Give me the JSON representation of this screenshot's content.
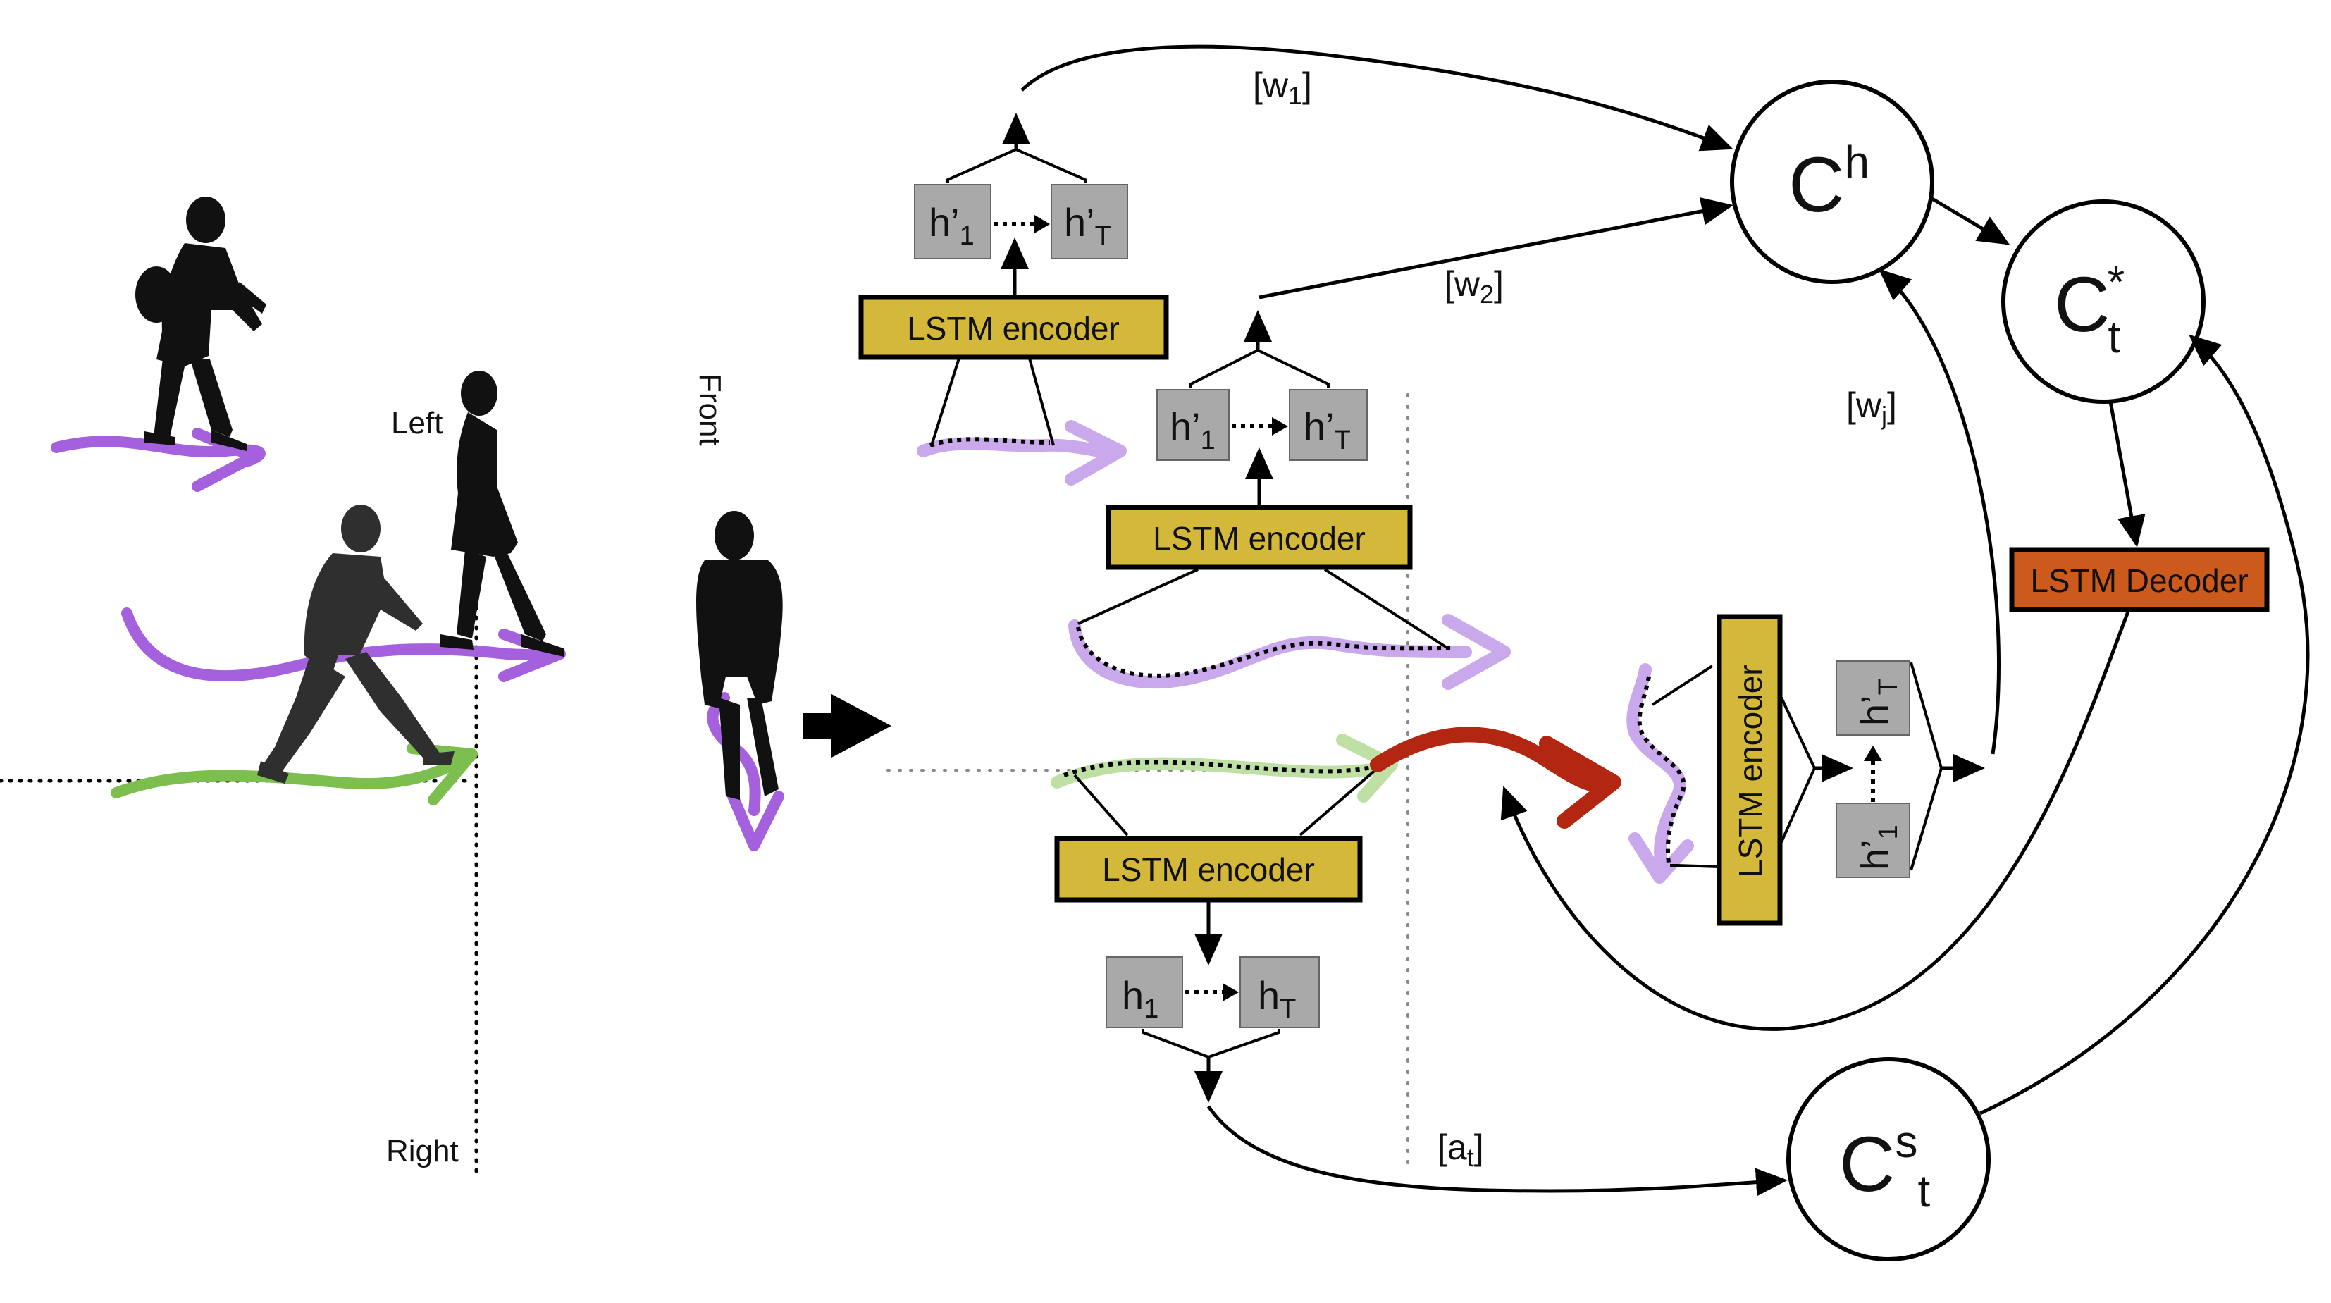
{
  "direction_labels": {
    "left": "Left",
    "right": "Right",
    "front": "Front"
  },
  "encoders": {
    "top": "LSTM encoder",
    "middle": "LSTM encoder",
    "bottom": "LSTM encoder",
    "vertical": "LSTM encoder"
  },
  "decoder": "LSTM Decoder",
  "hidden": {
    "top_first_main": "h’",
    "top_first_sub": "1",
    "top_last_main": "h’",
    "top_last_sub": "T",
    "mid_first_main": "h’",
    "mid_first_sub": "1",
    "mid_last_main": "h’",
    "mid_last_sub": "T",
    "bottom_first_main": "h",
    "bottom_first_sub": "1",
    "bottom_last_main": "h",
    "bottom_last_sub": "T",
    "vert_first_main": "h’",
    "vert_first_sub": "1",
    "vert_last_main": "h’",
    "vert_last_sub": "T"
  },
  "nodes": {
    "ch_main": "C",
    "ch_sup": "h",
    "cstar_main": "C",
    "cstar_sup": "*",
    "cstar_sub": "t",
    "cs_main": "C",
    "cs_sup": "s",
    "cs_sub": "t"
  },
  "weights": {
    "w1_pre": "[w",
    "w1_sub": "1",
    "w1_post": "]",
    "w2_pre": "[w",
    "w2_sub": "2",
    "w2_post": "]",
    "wj_pre": "[w",
    "wj_sub": "j",
    "wj_post": "]",
    "at_pre": "[a",
    "at_sub": "t",
    "at_post": "]"
  },
  "colors": {
    "encoder_fill": "#d4b83a",
    "decoder_fill": "#cc5a1c",
    "hidden_fill": "#a9a9a9",
    "purple": "#a560dd",
    "light_purple": "#c9a8ec",
    "green": "#7cbf4e",
    "light_green": "#bfe0a4",
    "red": "#b32712"
  }
}
